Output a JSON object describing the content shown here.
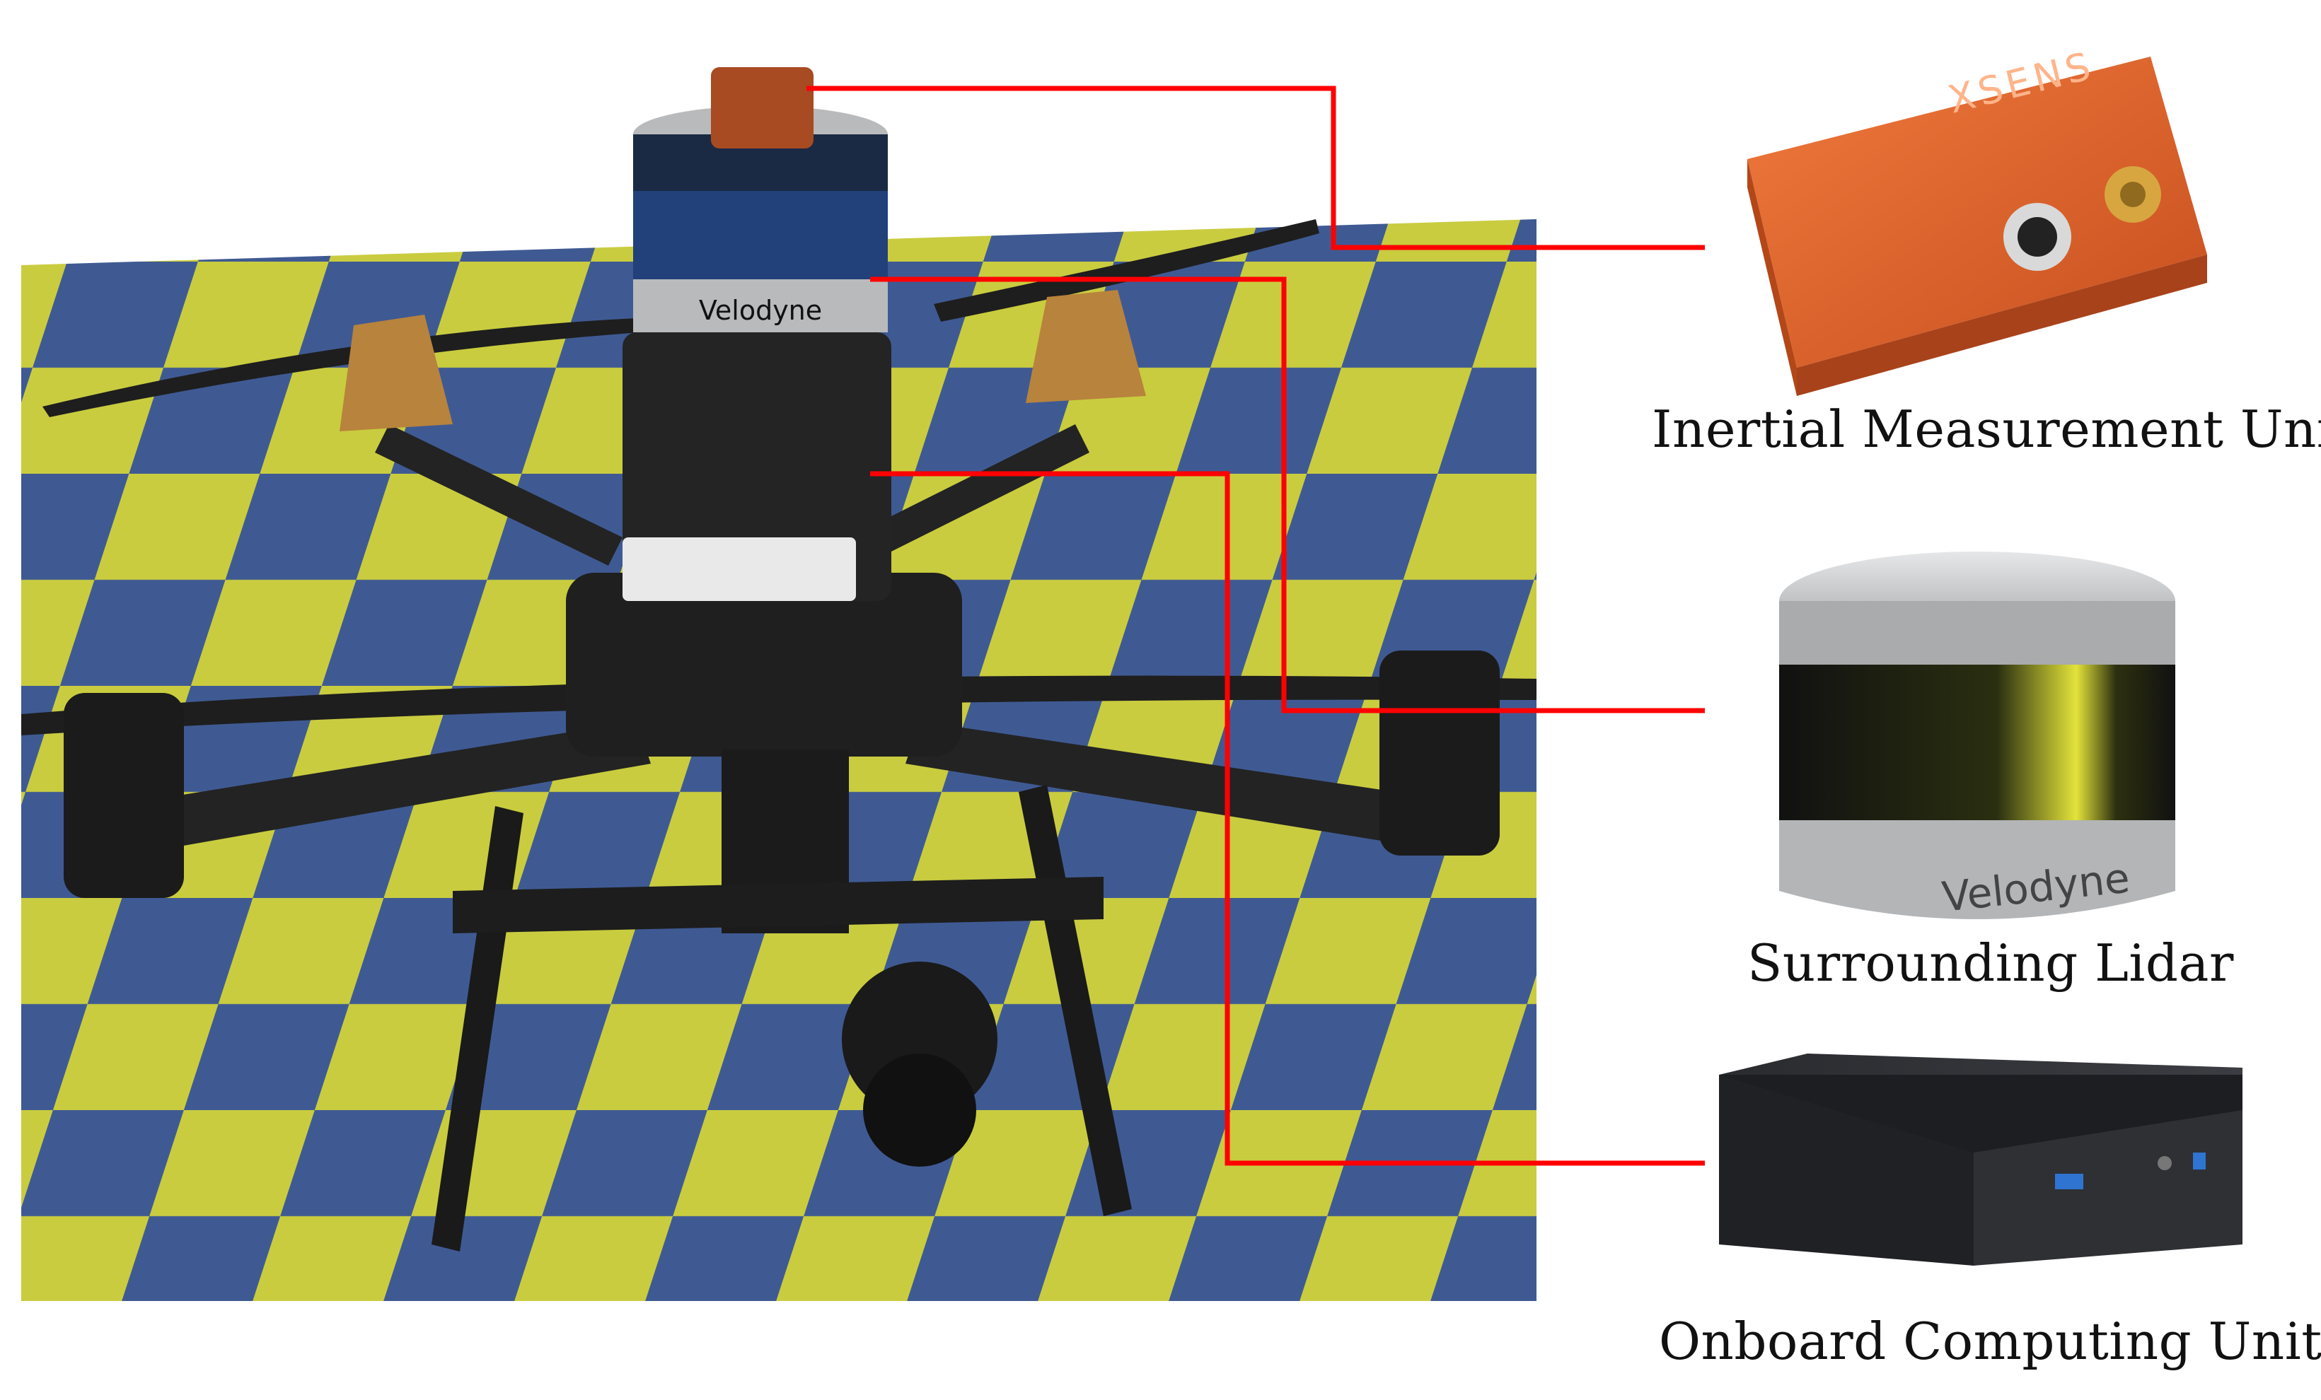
{
  "labels": {
    "imu": "Inertial Measurement Unit",
    "lidar": "Surrounding Lidar",
    "computer": "Onboard Computing Unit"
  },
  "printed_text": {
    "imu_brand": "XSENS",
    "lidar_brand": "Velodyne"
  },
  "colors": {
    "callout_line": "#ff0000",
    "mat_yellow": "#c9cc3f",
    "mat_blue": "#3f5a93",
    "imu_orange": "#e0632a",
    "lidar_silver": "#b9bbbd",
    "nuc_body": "#1c1d20"
  },
  "icons": [
    "drone-photo",
    "imu-device",
    "lidar-device",
    "mini-pc-device",
    "callout-line"
  ]
}
